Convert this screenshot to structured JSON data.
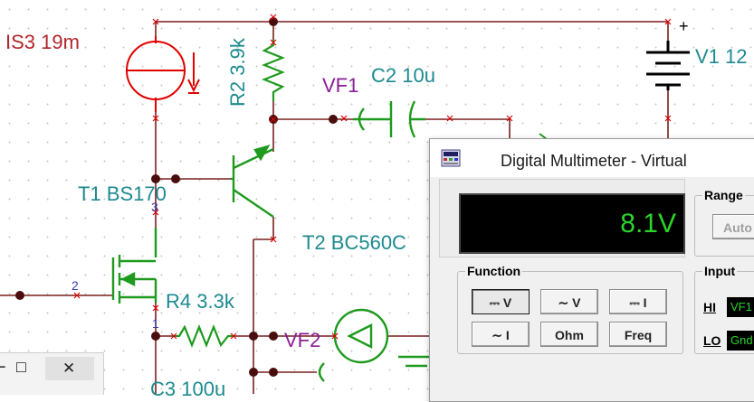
{
  "schematic": {
    "labels": {
      "is3": "IS3 19m",
      "r2": "R2 3.9k",
      "vf1": "VF1",
      "c2": "C2 10u",
      "v1": "V1 12",
      "plus": "+",
      "t1": "T1 BS170",
      "t2": "T2 BC560C",
      "r4": "R4 3.3k",
      "vf2": "VF2",
      "c3": "C3 100u",
      "pin1": "1",
      "pin2": "2",
      "pin3": "3"
    },
    "colors": {
      "wire": "#7a1f1f",
      "component": "#1e9a1e",
      "source": "#e00000",
      "node": "#4a0d0d"
    }
  },
  "multimeter": {
    "title": "Digital Multimeter - Virtual",
    "display_value": "8.1V",
    "function_label": "Function",
    "function_buttons": [
      "⎓ V",
      "∼ V",
      "⎓ I",
      "∼ I",
      "Ohm",
      "Freq"
    ],
    "range_label": "Range",
    "range_button": "Auto",
    "input_label": "Input",
    "hi_label": "HI",
    "hi_value": "VF1",
    "lo_label": "LO",
    "lo_value": "Gnd"
  },
  "window2": {
    "minimize": "−",
    "maximize": "□",
    "close": "✕"
  }
}
